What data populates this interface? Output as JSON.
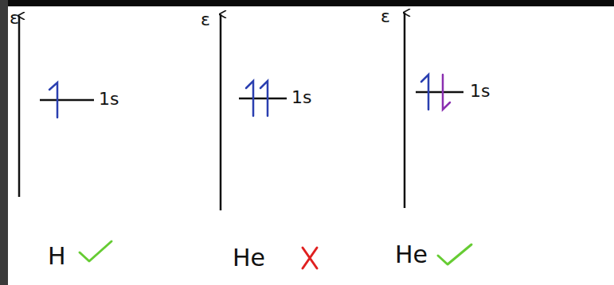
{
  "diagram": {
    "labels": [
      "ε",
      "1s",
      "H",
      "ε",
      "1s",
      "He",
      "ε",
      "1s",
      "He"
    ]
  }
}
